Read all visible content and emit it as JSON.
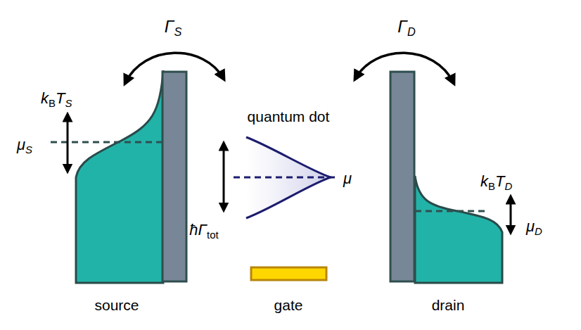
{
  "diagram": {
    "labels": [
      "Γ",
      "S",
      "Γ",
      "D",
      "k",
      "B",
      "T",
      "S",
      "μ",
      "S",
      "quantum dot",
      "μ",
      "ħΓ",
      "tot",
      "k",
      "B",
      "T",
      "D",
      "μ",
      "D",
      "source",
      "gate",
      "drain"
    ]
  }
}
